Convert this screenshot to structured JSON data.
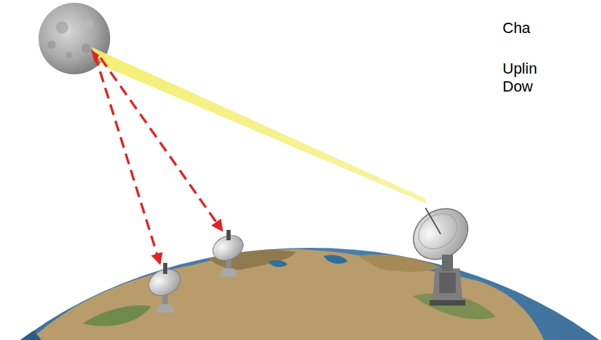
{
  "diagram": {
    "labels": [
      "Cha",
      "Uplin",
      "Dow"
    ]
  }
}
